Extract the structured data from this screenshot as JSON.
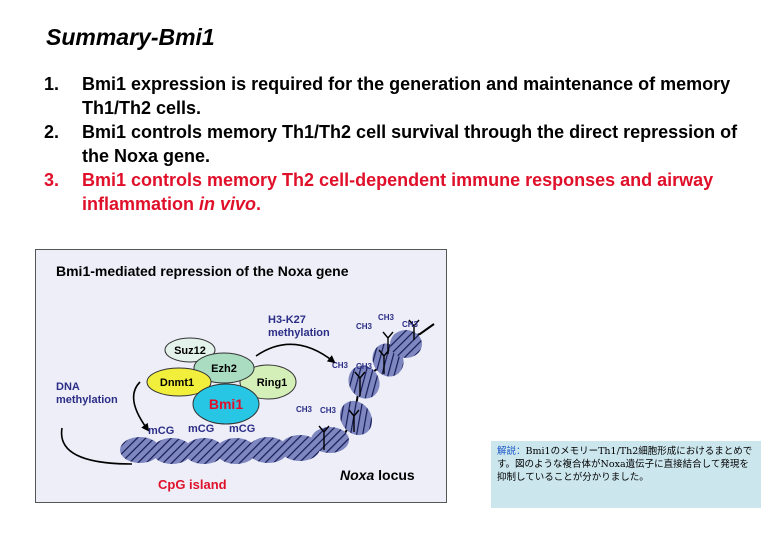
{
  "slide": {
    "title": "Summary-Bmi1",
    "points": [
      {
        "number": "1.",
        "text": "Bmi1 expression is required for the generation and maintenance of memory Th1/Th2 cells."
      },
      {
        "number": "2.",
        "text": "Bmi1 controls memory Th1/Th2 cell survival through the direct repression of the Noxa gene."
      },
      {
        "number": "3.",
        "text_main": "Bmi1 controls memory Th2 cell-dependent immune responses and airway inflammation ",
        "text_italic": "in vivo",
        "text_end": "."
      }
    ]
  },
  "diagram": {
    "title": "Bmi1-mediated repression of the Noxa gene",
    "proteins": {
      "suz12": "Suz12",
      "ezh2": "Ezh2",
      "dnmt1": "Dnmt1",
      "ring1": "Ring1",
      "bmi1": "Bmi1"
    },
    "labels": {
      "h3k27_line1": "H3-K27",
      "h3k27_line2": "methylation",
      "dna_line1": "DNA",
      "dna_line2": "methylation",
      "mcg": "mCG",
      "ch3": "CH3",
      "cpg_island": "CpG island",
      "locus_italic": "Noxa",
      "locus_rest": " locus"
    },
    "colors": {
      "suz12": "#e4f2ec",
      "ezh2": "#a9dcc1",
      "dnmt1": "#f2ee3c",
      "ring1": "#d5efb8",
      "bmi1": "#26c6e4",
      "bmi1_text": "#e0102a",
      "label_blue": "#2c2e86",
      "cpg_red": "#e0102a",
      "nucleosome": "#7f87c0"
    }
  },
  "note": {
    "label": "解説：",
    "text": "Bmi1のメモリーTh1/Th2細胞形成におけるまとめです。図のような複合体がNoxa遺伝子に直接結合して発現を抑制していることが分かりました。"
  }
}
